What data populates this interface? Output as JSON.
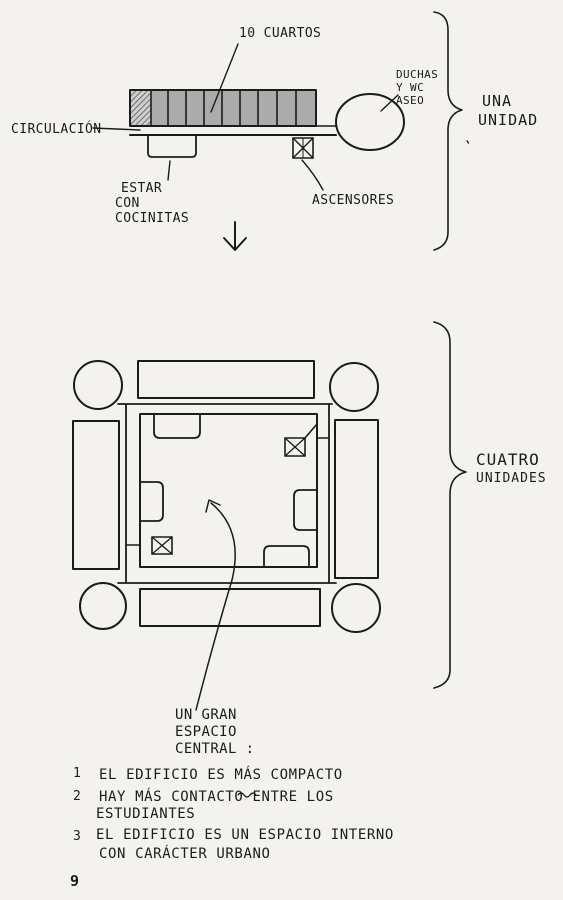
{
  "diagram_one": {
    "rooms_label": "10 CUARTOS",
    "circulation_label": "CIRCULACIÓN",
    "showers_label_line1": "DUCHAS",
    "showers_label_line2": "Y WC",
    "showers_label_line3": "ASEO",
    "lounge_label_line1": "ESTAR",
    "lounge_label_line2": "CON",
    "lounge_label_line3": "COCINITAS",
    "elevators_label": "ASCENSORES",
    "group_label_line1": "UNA",
    "group_label_line2": "UNIDAD"
  },
  "diagram_two": {
    "group_label_line1": "CUATRO",
    "group_label_line2": "UNIDADES",
    "center_label_line1": "UN GRAN",
    "center_label_line2": "ESPACIO",
    "center_label_line3": "CENTRAL :"
  },
  "notes": [
    {
      "number": "1",
      "line1": "EL EDIFICIO ES MÁS COMPACTO",
      "line2": ""
    },
    {
      "number": "2",
      "line1": "HAY MÁS CONTACTO ENTRE LOS",
      "line2": "ESTUDIANTES"
    },
    {
      "number": "3",
      "line1": "EL EDIFICIO ES UN ESPACIO INTERNO",
      "line2": "CON CARÁCTER URBANO"
    }
  ],
  "page_number": "9",
  "colors": {
    "paper": "#f4f2ee",
    "ink": "#1b1b1b",
    "shade": "#a9a9a9"
  }
}
